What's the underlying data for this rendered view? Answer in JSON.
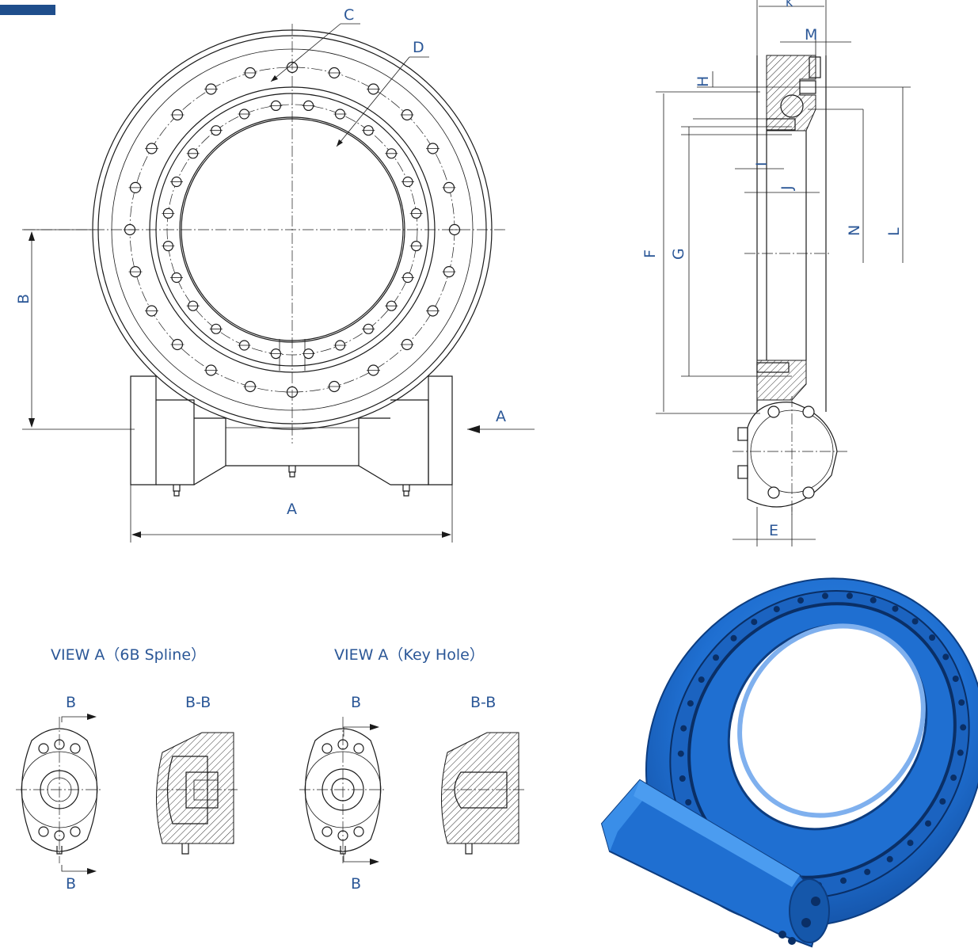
{
  "colors": {
    "accent": "#1f4e8c",
    "label": "#2b5797",
    "line": "#1a1a1a",
    "product_blue": "#1f6fd1"
  },
  "front_view": {
    "labels": {
      "c": "C",
      "d": "D",
      "b": "B",
      "a_arrow": "A",
      "a_bottom": "A"
    }
  },
  "side_view": {
    "labels": {
      "k": "K",
      "m": "M",
      "h": "H",
      "i": "I",
      "j": "J",
      "f": "F",
      "g": "G",
      "n": "N",
      "l": "L",
      "e": "E"
    }
  },
  "view_spline": {
    "title": "VIEW  A（6B Spline）",
    "b_top": "B",
    "b_bottom": "B",
    "section": "B-B"
  },
  "view_keyhole": {
    "title": "VIEW  A（Key Hole）",
    "b_top": "B",
    "b_bottom": "B",
    "section": "B-B"
  }
}
